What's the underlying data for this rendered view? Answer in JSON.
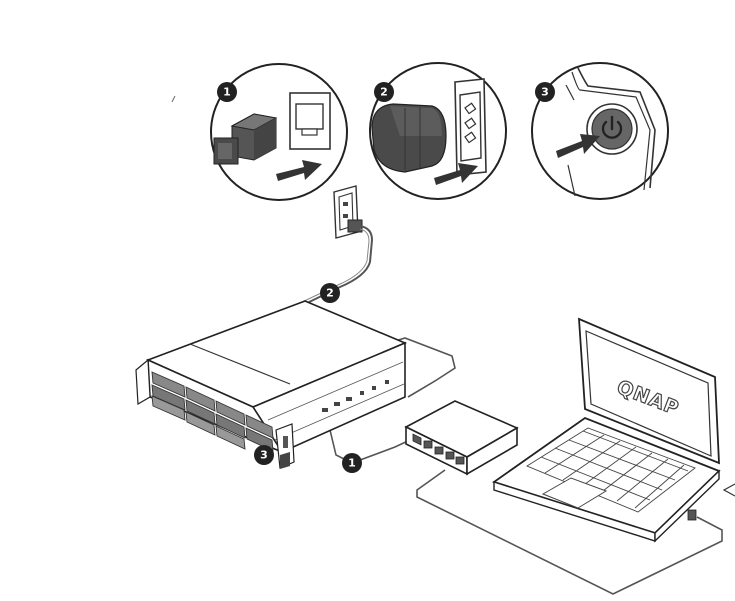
{
  "steps": [
    {
      "number": "1",
      "action": "connect network cable"
    },
    {
      "number": "2",
      "action": "connect power cord"
    },
    {
      "number": "3",
      "action": "press power button"
    }
  ],
  "cable_labels": {
    "power_cable": "2",
    "network_cable": "1",
    "power_button": "3"
  },
  "laptop": {
    "screen_logo": "QNAP"
  },
  "colors": {
    "line": "#333333",
    "badge": "#222222",
    "arrow": "#333333",
    "plug": "#4a4a4a"
  },
  "icons": [
    "power-icon",
    "arrow-right-icon"
  ]
}
